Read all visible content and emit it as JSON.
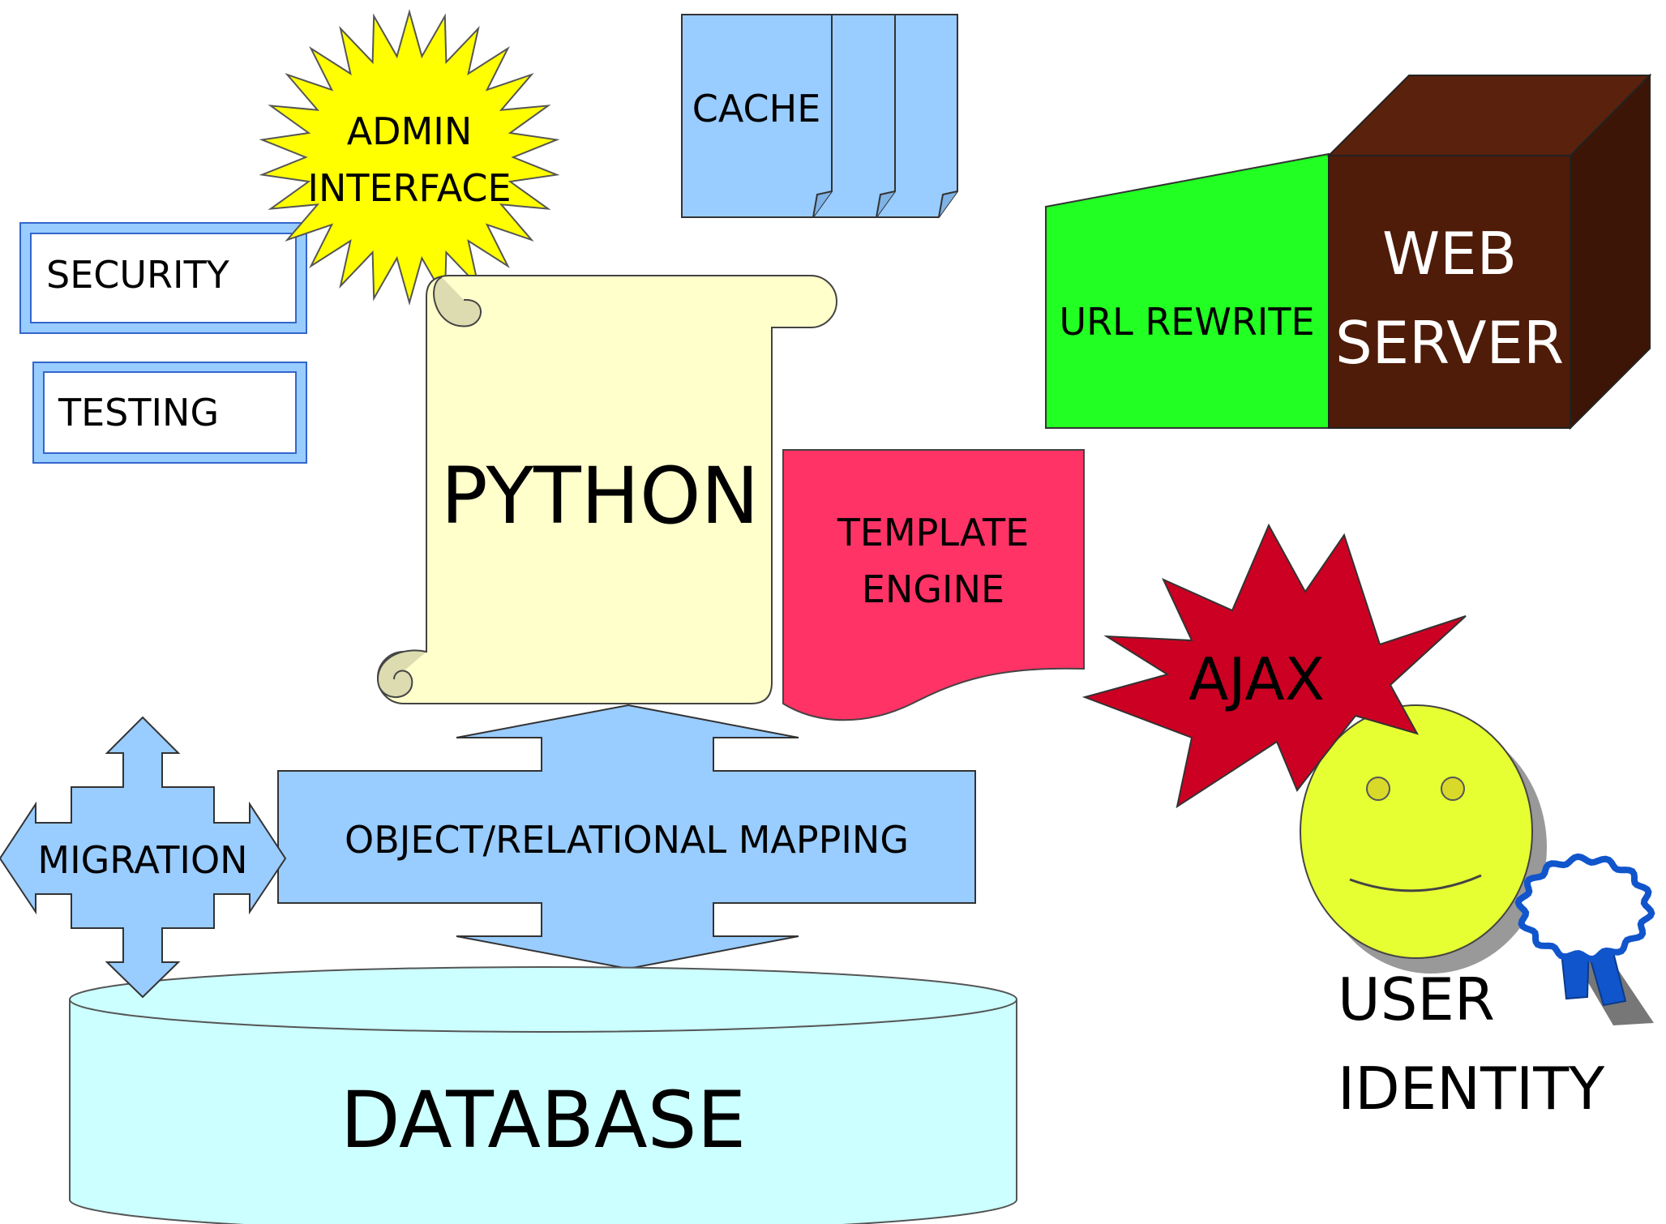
{
  "labels": {
    "security": "SECURITY",
    "testing": "TESTING",
    "admin_line1": "ADMIN",
    "admin_line2": "INTERFACE",
    "cache": "CACHE",
    "url_rewrite": "URL REWRITE",
    "web_line1": "WEB",
    "web_line2": "SERVER",
    "python": "PYTHON",
    "template_line1": "TEMPLATE",
    "template_line2": "ENGINE",
    "ajax": "AJAX",
    "orm": "OBJECT/RELATIONAL MAPPING",
    "migration": "MIGRATION",
    "database": "DATABASE",
    "user_line1": "USER",
    "user_line2": "IDENTITY"
  },
  "colors": {
    "light_blue": "#99ccff",
    "blue_outline": "#3366cc",
    "yellow_star": "#ffff00",
    "scroll": "#ffffcc",
    "scroll_curl": "#dddcb0",
    "template": "#ff3366",
    "url_rewrite": "#22ff22",
    "server_front": "#4e1c08",
    "server_top": "#5a220c",
    "server_side": "#3d1506",
    "ajax": "#cc0022",
    "database": "#ccffff",
    "smiley": "#e6ff33",
    "ribbon": "#1155cc"
  },
  "icons": {
    "admin": "starburst-icon",
    "cache": "stacked-pages-icon",
    "web_server": "cube-icon",
    "python": "scroll-icon",
    "template": "document-wave-icon",
    "ajax": "explosion-icon",
    "orm": "double-arrow-icon",
    "migration": "four-way-arrow-icon",
    "database": "cylinder-icon",
    "user": "smiley-icon",
    "ribbon": "rosette-ribbon-icon"
  }
}
